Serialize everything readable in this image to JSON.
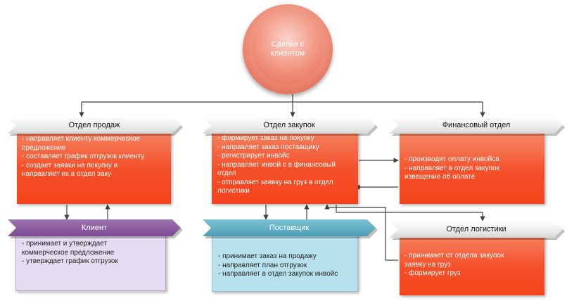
{
  "hub": {
    "label": "Сделка с клиентом"
  },
  "departments": {
    "sales": {
      "title": "Отдел продаж",
      "lines": [
        "- направляет клиенту коммерческое",
        "предложение",
        "- составляет график отгрузок клиенту",
        "- создает заявки на покупку и",
        "направляет их в отдел заку"
      ]
    },
    "procurement": {
      "title": "Отдел закупок",
      "lines": [
        "- формирует заказ на покупку",
        "- направляет заказ поставщику",
        "- регистрирует инвойс",
        "- направляет инвой с в финансовый",
        "отдел",
        "- отправляет заявку на груз в отдел",
        "логистики"
      ]
    },
    "finance": {
      "title": "Финансовый отдел",
      "lines": [
        "- производит оплату инвойса",
        "- направляет в отдел закупок",
        "извещение об оплате"
      ]
    },
    "client": {
      "title": "Клиент",
      "lines": [
        "- принимает и утверждает",
        "коммерческое предложение",
        "- утверждает график отгрузок"
      ]
    },
    "supplier": {
      "title": "Поставщик",
      "lines": [
        "- принимает заказ на продажу",
        "- направляет план отгрузок",
        "- направляет в отдел закупок инвойс"
      ]
    },
    "logistics": {
      "title": "Отдел логистики",
      "lines": [
        "- принимает от отдела закупок",
        "заявку на груз",
        "- формирует груз"
      ]
    }
  },
  "colors": {
    "orange_body": "#f4502a",
    "lavender_body": "#e6dcf1",
    "blue_body": "#b7e1ec",
    "purple_header": "#7d4a93",
    "teal_header": "#4c9fb6",
    "connector": "#404040"
  }
}
